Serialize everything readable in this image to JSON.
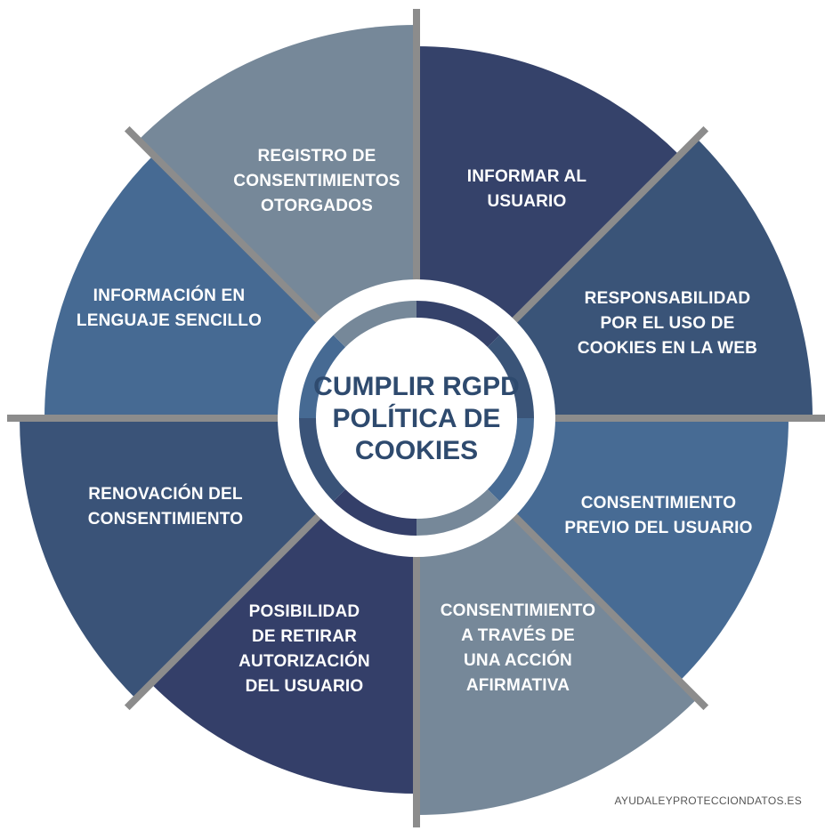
{
  "center": {
    "lines": [
      "CUMPLIR RGPD",
      "POLÍTICA DE",
      "COOKIES"
    ]
  },
  "segments": [
    {
      "name": "informar-al-usuario",
      "lines": [
        "INFORMAR AL",
        "USUARIO"
      ],
      "color": "#35426a"
    },
    {
      "name": "responsabilidad-cookies",
      "lines": [
        "RESPONSABILIDAD",
        "POR EL USO DE",
        "COOKIES EN LA WEB"
      ],
      "color": "#3a5478"
    },
    {
      "name": "consentimiento-previo",
      "lines": [
        "CONSENTIMIENTO",
        "PREVIO DEL USUARIO"
      ],
      "color": "#476b94"
    },
    {
      "name": "consentimiento-accion-afirmativa",
      "lines": [
        "CONSENTIMIENTO",
        "A TRAVÉS DE",
        "UNA ACCIÓN",
        "AFIRMATIVA"
      ],
      "color": "#768899"
    },
    {
      "name": "posibilidad-retirar",
      "lines": [
        "POSIBILIDAD",
        "DE RETIRAR",
        "AUTORIZACIÓN",
        "DEL USUARIO"
      ],
      "color": "#343f69"
    },
    {
      "name": "renovacion-consentimiento",
      "lines": [
        "RENOVACIÓN DEL",
        "CONSENTIMIENTO"
      ],
      "color": "#3a5378"
    },
    {
      "name": "informacion-lenguaje-sencillo",
      "lines": [
        "INFORMACIÓN EN",
        "LENGUAJE SENCILLO"
      ],
      "color": "#466a93"
    },
    {
      "name": "registro-consentimientos",
      "lines": [
        "REGISTRO DE",
        "CONSENTIMIENTOS",
        "OTORGADOS"
      ],
      "color": "#768899"
    }
  ],
  "watermark": "AYUDALEYPROTECCIONDATOS.ES",
  "colors": {
    "divider": "#8c8c8c",
    "center_text": "#2e4a6e"
  }
}
